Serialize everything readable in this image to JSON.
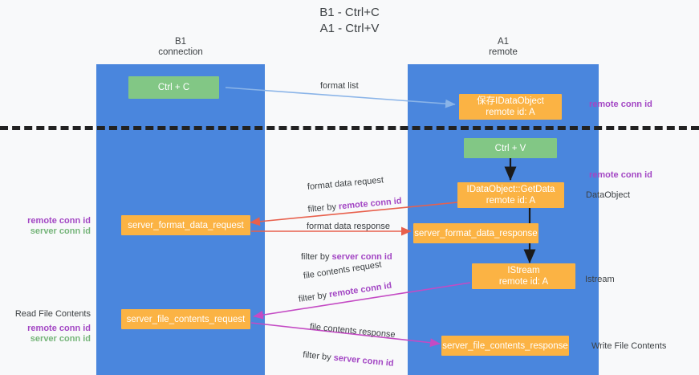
{
  "title": "B1 - Ctrl+C\nA1 - Ctrl+V",
  "columns": {
    "left": {
      "name": "B1",
      "role": "connection",
      "header": "B1\nconnection"
    },
    "right": {
      "name": "A1",
      "role": "remote",
      "header": "A1\nremote"
    }
  },
  "colors": {
    "lane": "#4a86dd",
    "green_box": "#82c785",
    "orange_box": "#fbb344",
    "purple_text": "#a347c4",
    "green_text": "#76b57a",
    "arrow_blue": "#8ab4e8",
    "arrow_red": "#e8604c",
    "arrow_black": "#1a1a1a",
    "arrow_magenta": "#c44bc4",
    "divider": "#222222",
    "background": "#f8f9fa"
  },
  "boxes": {
    "ctrl_c": "Ctrl + C",
    "ctrl_v": "Ctrl + V",
    "save_idataobject": "保存IDataObject\nremote id: A",
    "get_data": "IDataObject::GetData\nremote id: A",
    "istream": "IStream\nremote id: A",
    "server_format_data_request": "server_format_data_request",
    "server_format_data_response": "server_format_data_response",
    "server_file_contents_request": "server_file_contents_request",
    "server_file_contents_response": "server_file_contents_response"
  },
  "arrow_labels": {
    "format_list": "format list",
    "format_data_request": "format data request",
    "format_data_request_filter_prefix": "filter by ",
    "format_data_request_filter_key": "remote conn id",
    "format_data_response": "format data response",
    "format_data_response_filter_prefix": "filter by ",
    "format_data_response_filter_key": "server conn id",
    "file_contents_request": "file contents request",
    "file_contents_request_filter_prefix": "filter by ",
    "file_contents_request_filter_key": "remote conn id",
    "file_contents_response": "file contents response",
    "file_contents_response_filter_prefix": "filter by ",
    "file_contents_response_filter_key": "server conn id"
  },
  "side_labels": {
    "right_remote_conn_id_top": "remote conn id",
    "right_remote_conn_id_mid": "remote conn id",
    "right_dataobject": "DataObject",
    "right_istream": "Istream",
    "right_write_file_contents": "Write File Contents",
    "left_remote_conn_id": "remote conn id",
    "left_server_conn_id": "server conn id",
    "left_read_file_contents": "Read File Contents",
    "left_remote_conn_id_2": "remote conn id",
    "left_server_conn_id_2": "server conn id"
  }
}
